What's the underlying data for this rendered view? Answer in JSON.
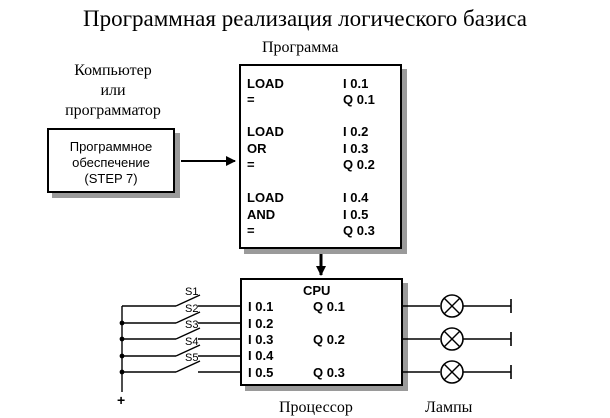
{
  "title": "Программная реализация логического базиса",
  "program_caption": "Программа",
  "computer_caption": [
    "Компьютер",
    "или",
    "программатор"
  ],
  "software_box": [
    "Программное",
    "обеспечение",
    "(STEP 7)"
  ],
  "program_rows": [
    {
      "op": "LOAD",
      "addr": "I  0.1"
    },
    {
      "op": "=",
      "addr": "Q 0.1"
    },
    {
      "op": "LOAD",
      "addr": "I  0.2"
    },
    {
      "op": "OR",
      "addr": "I  0.3"
    },
    {
      "op": "=",
      "addr": "Q 0.2"
    },
    {
      "op": "LOAD",
      "addr": "I  0.4"
    },
    {
      "op": "AND",
      "addr": "I  0.5"
    },
    {
      "op": "=",
      "addr": "Q 0.3"
    }
  ],
  "cpu": {
    "label": "CPU",
    "inputs": [
      "I 0.1",
      "I 0.2",
      "I 0.3",
      "I 0.4",
      "I 0.5"
    ],
    "outputs": [
      "Q 0.1",
      "Q 0.2",
      "Q 0.3"
    ]
  },
  "switches": [
    "S1",
    "S2",
    "S3",
    "S4",
    "S5"
  ],
  "plus_label": "+",
  "processor_caption": "Процессор",
  "lamps_caption": "Лампы"
}
